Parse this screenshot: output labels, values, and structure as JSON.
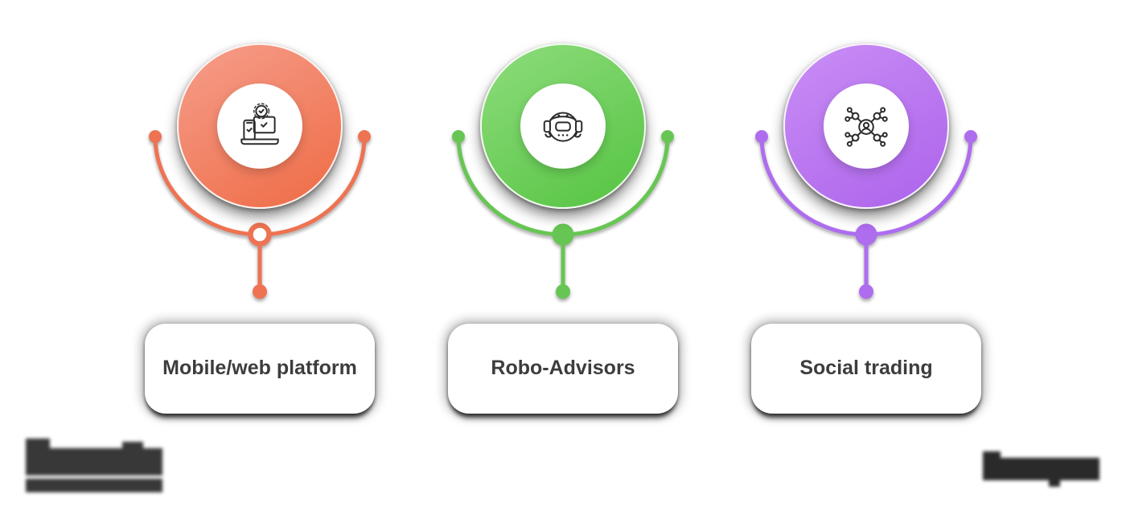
{
  "background_color": "#FFFFFF",
  "text_color": "#3D3D3D",
  "groups": [
    {
      "id": "mobile-web-platform",
      "label": "Mobile/web platform",
      "icon": "devices-icon",
      "accent": "#EE7352",
      "gradient_from": "#F59E8B",
      "gradient_to": "#EF6B45",
      "junction_style": "hollow"
    },
    {
      "id": "robo-advisors",
      "label": "Robo-Advisors",
      "icon": "robot-icon",
      "accent": "#67C653",
      "gradient_from": "#8EDC7C",
      "gradient_to": "#55C442",
      "junction_style": "solid"
    },
    {
      "id": "social-trading",
      "label": "Social trading",
      "icon": "network-icon",
      "accent": "#AE6CEF",
      "gradient_from": "#C98EF5",
      "gradient_to": "#AC63EB",
      "junction_style": "solid"
    }
  ],
  "watermarks": {
    "bottom_left": {
      "type": "pixelated-logo",
      "legible": false,
      "text": ""
    },
    "bottom_right": {
      "type": "pixelated-text",
      "legible": false,
      "text": ""
    }
  }
}
